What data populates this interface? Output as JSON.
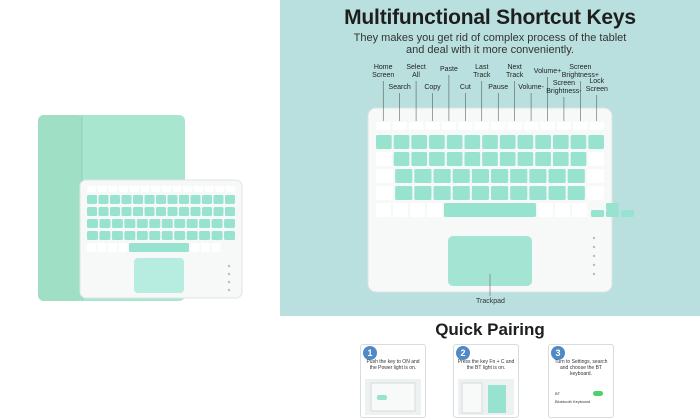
{
  "colors": {
    "panel_bg": "#b9e0de",
    "mint": "#97e3cf",
    "mint_dark": "#7fd4bd",
    "case_green": "#a9e6cf",
    "keyboard_white": "#f7f8f8",
    "accent_blue": "#4f89c6"
  },
  "header": {
    "title": "Multifunctional Shortcut Keys",
    "line1": "They makes you get rid of complex process of the tablet",
    "line2": "and deal with it more conveniently."
  },
  "function_keys": [
    {
      "id": "home",
      "line1": "Home",
      "line2": "Screen"
    },
    {
      "id": "search",
      "line1": "Search",
      "line2": ""
    },
    {
      "id": "select-all",
      "line1": "Select",
      "line2": "All"
    },
    {
      "id": "copy",
      "line1": "Copy",
      "line2": ""
    },
    {
      "id": "paste",
      "line1": "Paste",
      "line2": ""
    },
    {
      "id": "cut",
      "line1": "Cut",
      "line2": ""
    },
    {
      "id": "last-track",
      "line1": "Last",
      "line2": "Track"
    },
    {
      "id": "pause",
      "line1": "Pause",
      "line2": ""
    },
    {
      "id": "next-track",
      "line1": "Next",
      "line2": "Track"
    },
    {
      "id": "volume-down",
      "line1": "Volume-",
      "line2": ""
    },
    {
      "id": "volume-up",
      "line1": "Volume+",
      "line2": ""
    },
    {
      "id": "brightness-down",
      "line1": "Screen",
      "line2": "Brightness-"
    },
    {
      "id": "brightness-up",
      "line1": "Screen",
      "line2": "Brightness+"
    },
    {
      "id": "lock-screen",
      "line1": "Lock",
      "line2": "Screen"
    }
  ],
  "trackpad_label": "Trackpad",
  "quick_pairing": {
    "title": "Quick Pairing",
    "steps": [
      {
        "number": "1",
        "text": "Push the key to ON and the Power light is on."
      },
      {
        "number": "2",
        "text": "Press the key Fn + C and the BT light is on."
      },
      {
        "number": "3",
        "text": "Turn to Settings, search and choose the BT keyboard."
      }
    ],
    "settings_rows": [
      "BT",
      "Bluetooth Keyboard"
    ]
  }
}
